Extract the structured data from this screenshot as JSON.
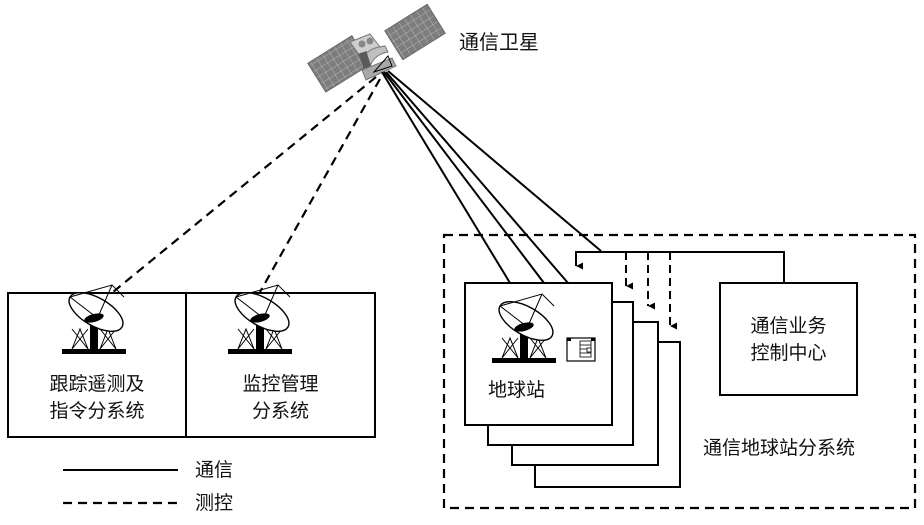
{
  "title": "通信卫星系统组成",
  "satellite": {
    "label": "通信卫星",
    "icon": "satellite-icon"
  },
  "left_group": {
    "tracking": {
      "line1": "跟踪遥测及",
      "line2": "指令分系统",
      "icon": "dish-antenna-icon"
    },
    "monitoring": {
      "line1": "监控管理",
      "line2": "分系统",
      "icon": "dish-antenna-icon"
    }
  },
  "ground_subsystem": {
    "label": "通信地球站分系统",
    "earth_station": {
      "label": "地球站",
      "icon": "dish-antenna-icon",
      "secondary_icon": "equipment-window-icon",
      "stack_count": 4
    },
    "control_center": {
      "line1": "通信业务",
      "line2": "控制中心"
    }
  },
  "legend": [
    {
      "style": "solid",
      "label": "通信"
    },
    {
      "style": "dashed",
      "label": "测控"
    }
  ],
  "colors": {
    "line": "#000000",
    "panel": "#808080",
    "panel_dark": "#5a5a5a",
    "body_light": "#c8c8c8"
  }
}
